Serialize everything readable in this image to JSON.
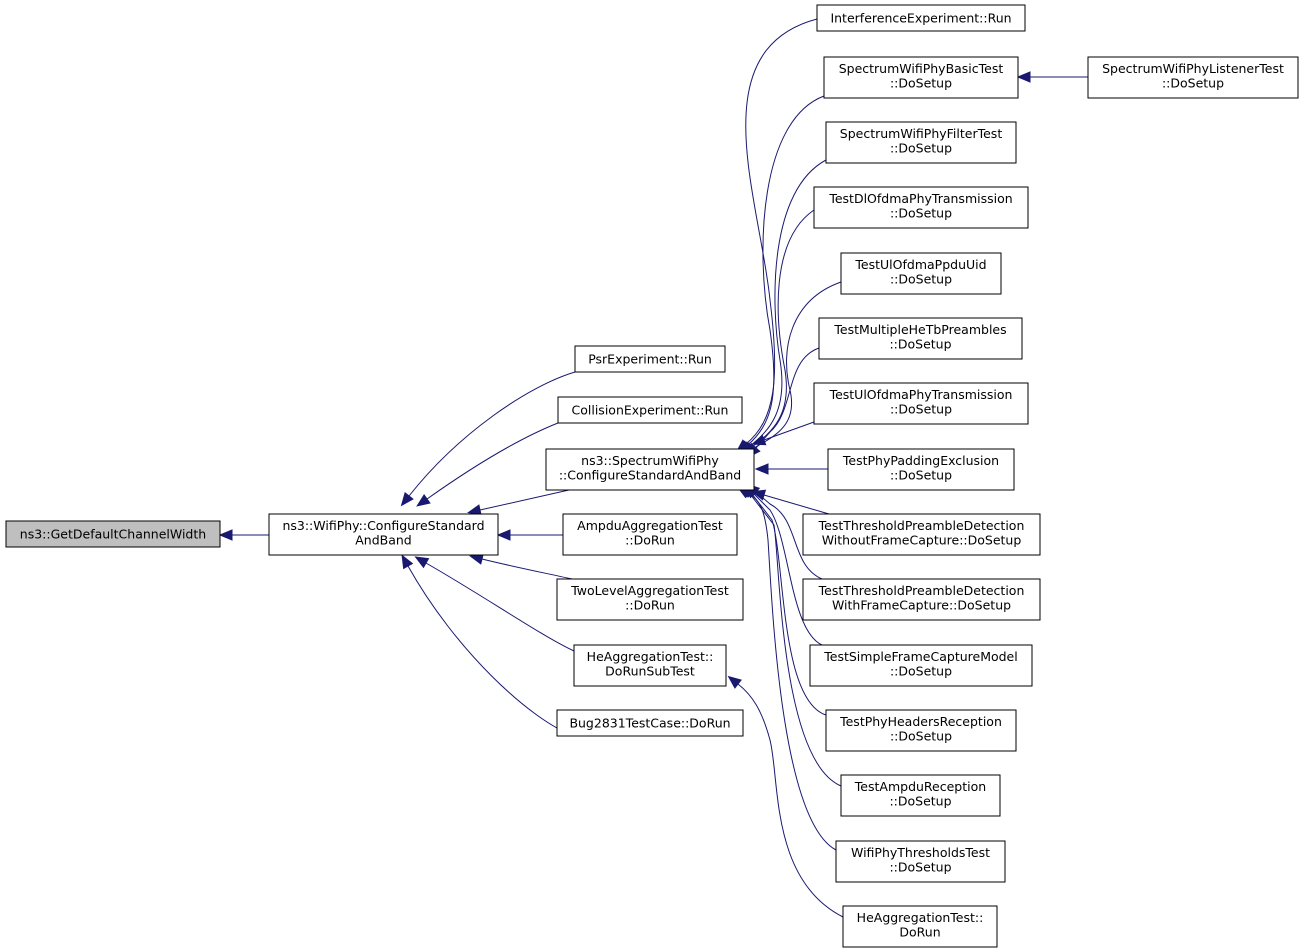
{
  "diagram": {
    "type": "doxygen-caller-graph",
    "colors": {
      "edge": "#191970",
      "root_fill": "#bfbfbf",
      "node_fill": "#ffffff",
      "node_border": "#000000"
    },
    "nodes": {
      "root": {
        "lines": [
          "ns3::GetDefaultChannelWidth"
        ]
      },
      "wcsab": {
        "lines": [
          "ns3::WifiPhy::ConfigureStandard",
          "AndBand"
        ]
      },
      "psr": {
        "lines": [
          "PsrExperiment::Run"
        ]
      },
      "coll": {
        "lines": [
          "CollisionExperiment::Run"
        ]
      },
      "scsab": {
        "lines": [
          "ns3::SpectrumWifiPhy",
          "::ConfigureStandardAndBand"
        ]
      },
      "ampdu": {
        "lines": [
          "AmpduAggregationTest",
          "::DoRun"
        ]
      },
      "twolvl": {
        "lines": [
          "TwoLevelAggregationTest",
          "::DoRun"
        ]
      },
      "hesub": {
        "lines": [
          "HeAggregationTest::",
          "DoRunSubTest"
        ]
      },
      "bug": {
        "lines": [
          "Bug2831TestCase::DoRun"
        ]
      },
      "interf": {
        "lines": [
          "InterferenceExperiment::Run"
        ]
      },
      "basic": {
        "lines": [
          "SpectrumWifiPhyBasicTest",
          "::DoSetup"
        ]
      },
      "listen": {
        "lines": [
          "SpectrumWifiPhyListenerTest",
          "::DoSetup"
        ]
      },
      "filter": {
        "lines": [
          "SpectrumWifiPhyFilterTest",
          "::DoSetup"
        ]
      },
      "dlofd": {
        "lines": [
          "TestDlOfdmaPhyTransmission",
          "::DoSetup"
        ]
      },
      "ulppdu": {
        "lines": [
          "TestUlOfdmaPpduUid",
          "::DoSetup"
        ]
      },
      "multhe": {
        "lines": [
          "TestMultipleHeTbPreambles",
          "::DoSetup"
        ]
      },
      "ulofd": {
        "lines": [
          "TestUlOfdmaPhyTransmission",
          "::DoSetup"
        ]
      },
      "pad": {
        "lines": [
          "TestPhyPaddingExclusion",
          "::DoSetup"
        ]
      },
      "thrwo": {
        "lines": [
          "TestThresholdPreambleDetection",
          "WithoutFrameCapture::DoSetup"
        ]
      },
      "thrw": {
        "lines": [
          "TestThresholdPreambleDetection",
          "WithFrameCapture::DoSetup"
        ]
      },
      "simple": {
        "lines": [
          "TestSimpleFrameCaptureModel",
          "::DoSetup"
        ]
      },
      "hdrs": {
        "lines": [
          "TestPhyHeadersReception",
          "::DoSetup"
        ]
      },
      "ampdur": {
        "lines": [
          "TestAmpduReception",
          "::DoSetup"
        ]
      },
      "thrt": {
        "lines": [
          "WifiPhyThresholdsTest",
          "::DoSetup"
        ]
      },
      "herun": {
        "lines": [
          "HeAggregationTest::",
          "DoRun"
        ]
      }
    },
    "edges": [
      {
        "from": "wcsab",
        "to": "root"
      },
      {
        "from": "psr",
        "to": "wcsab"
      },
      {
        "from": "coll",
        "to": "wcsab"
      },
      {
        "from": "scsab",
        "to": "wcsab"
      },
      {
        "from": "ampdu",
        "to": "wcsab"
      },
      {
        "from": "twolvl",
        "to": "wcsab"
      },
      {
        "from": "hesub",
        "to": "wcsab"
      },
      {
        "from": "bug",
        "to": "wcsab"
      },
      {
        "from": "interf",
        "to": "scsab"
      },
      {
        "from": "basic",
        "to": "scsab"
      },
      {
        "from": "filter",
        "to": "scsab"
      },
      {
        "from": "dlofd",
        "to": "scsab"
      },
      {
        "from": "ulppdu",
        "to": "scsab"
      },
      {
        "from": "multhe",
        "to": "scsab"
      },
      {
        "from": "ulofd",
        "to": "scsab"
      },
      {
        "from": "pad",
        "to": "scsab"
      },
      {
        "from": "thrwo",
        "to": "scsab"
      },
      {
        "from": "thrw",
        "to": "scsab"
      },
      {
        "from": "simple",
        "to": "scsab"
      },
      {
        "from": "hdrs",
        "to": "scsab"
      },
      {
        "from": "ampdur",
        "to": "scsab"
      },
      {
        "from": "thrt",
        "to": "scsab"
      },
      {
        "from": "listen",
        "to": "basic"
      },
      {
        "from": "herun",
        "to": "hesub"
      }
    ]
  }
}
